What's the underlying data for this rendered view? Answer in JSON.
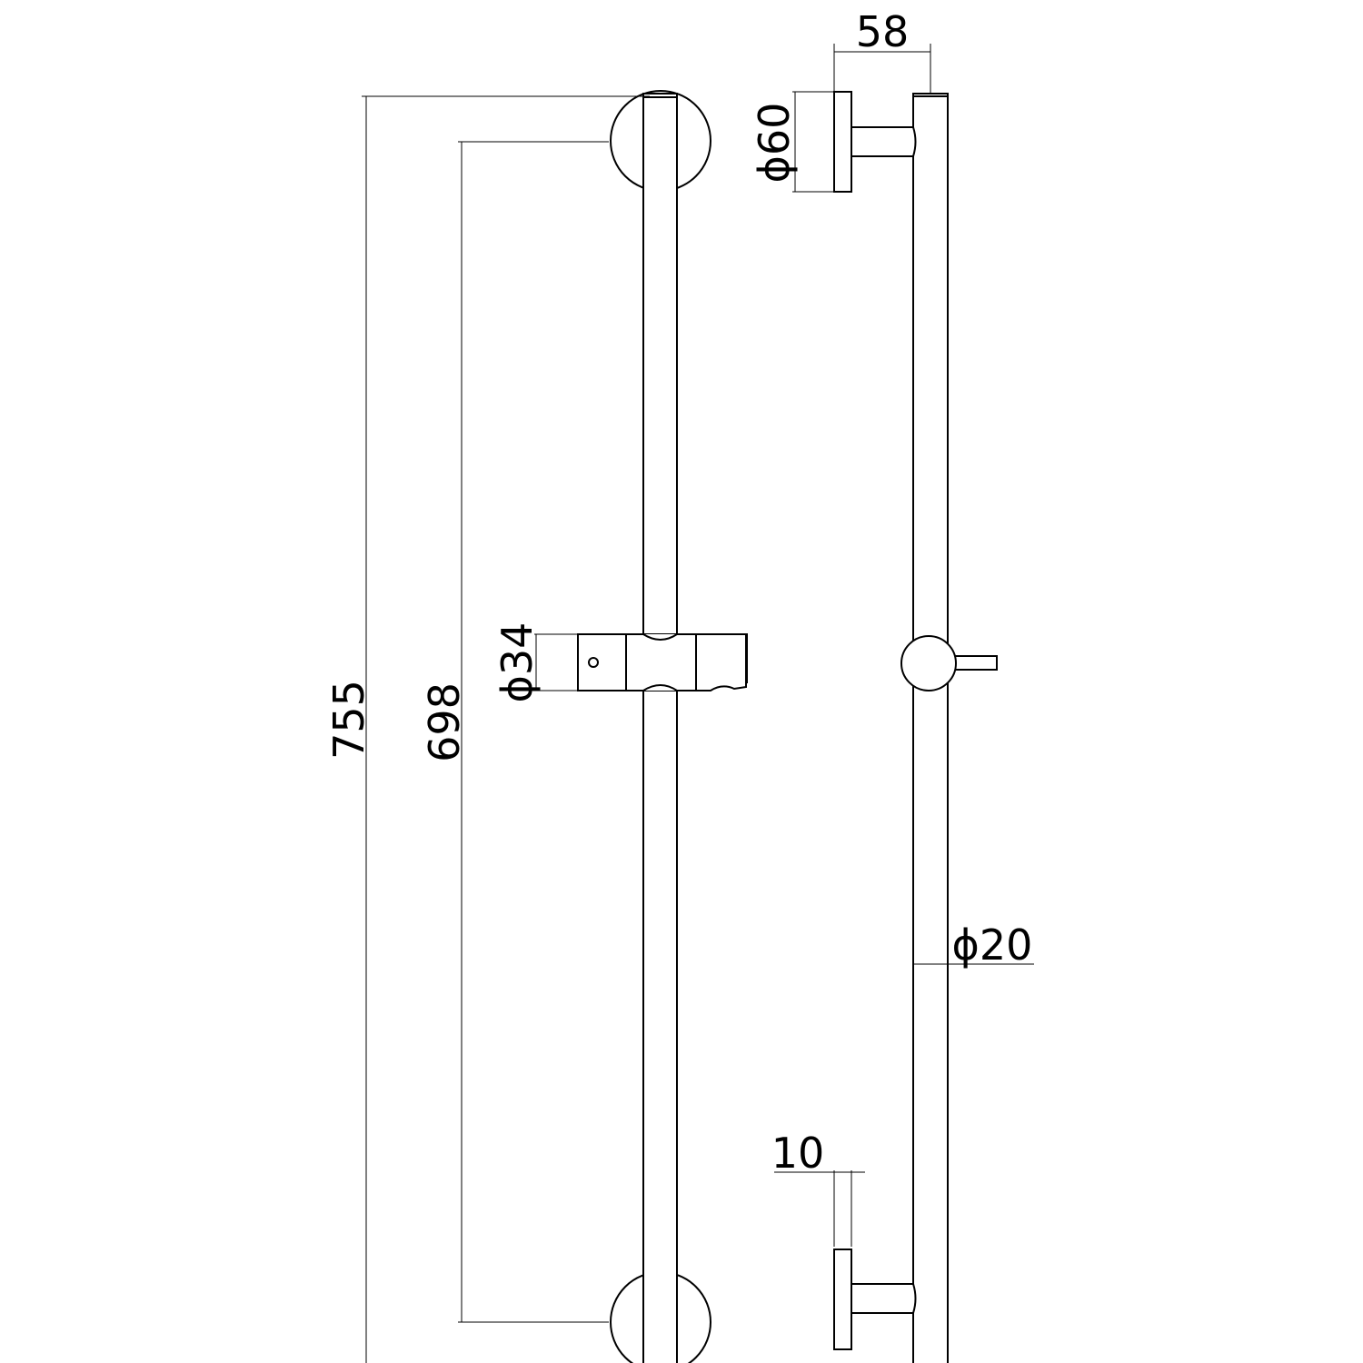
{
  "drawing": {
    "title": "Shower slide rail dimensions",
    "dimensions": {
      "overall_length": "755",
      "bracket_centers": "698",
      "slider_diameter": "ϕ34",
      "bracket_diameter": "ϕ60",
      "projection": "58",
      "rail_diameter": "ϕ20",
      "flange_thickness": "10"
    }
  }
}
